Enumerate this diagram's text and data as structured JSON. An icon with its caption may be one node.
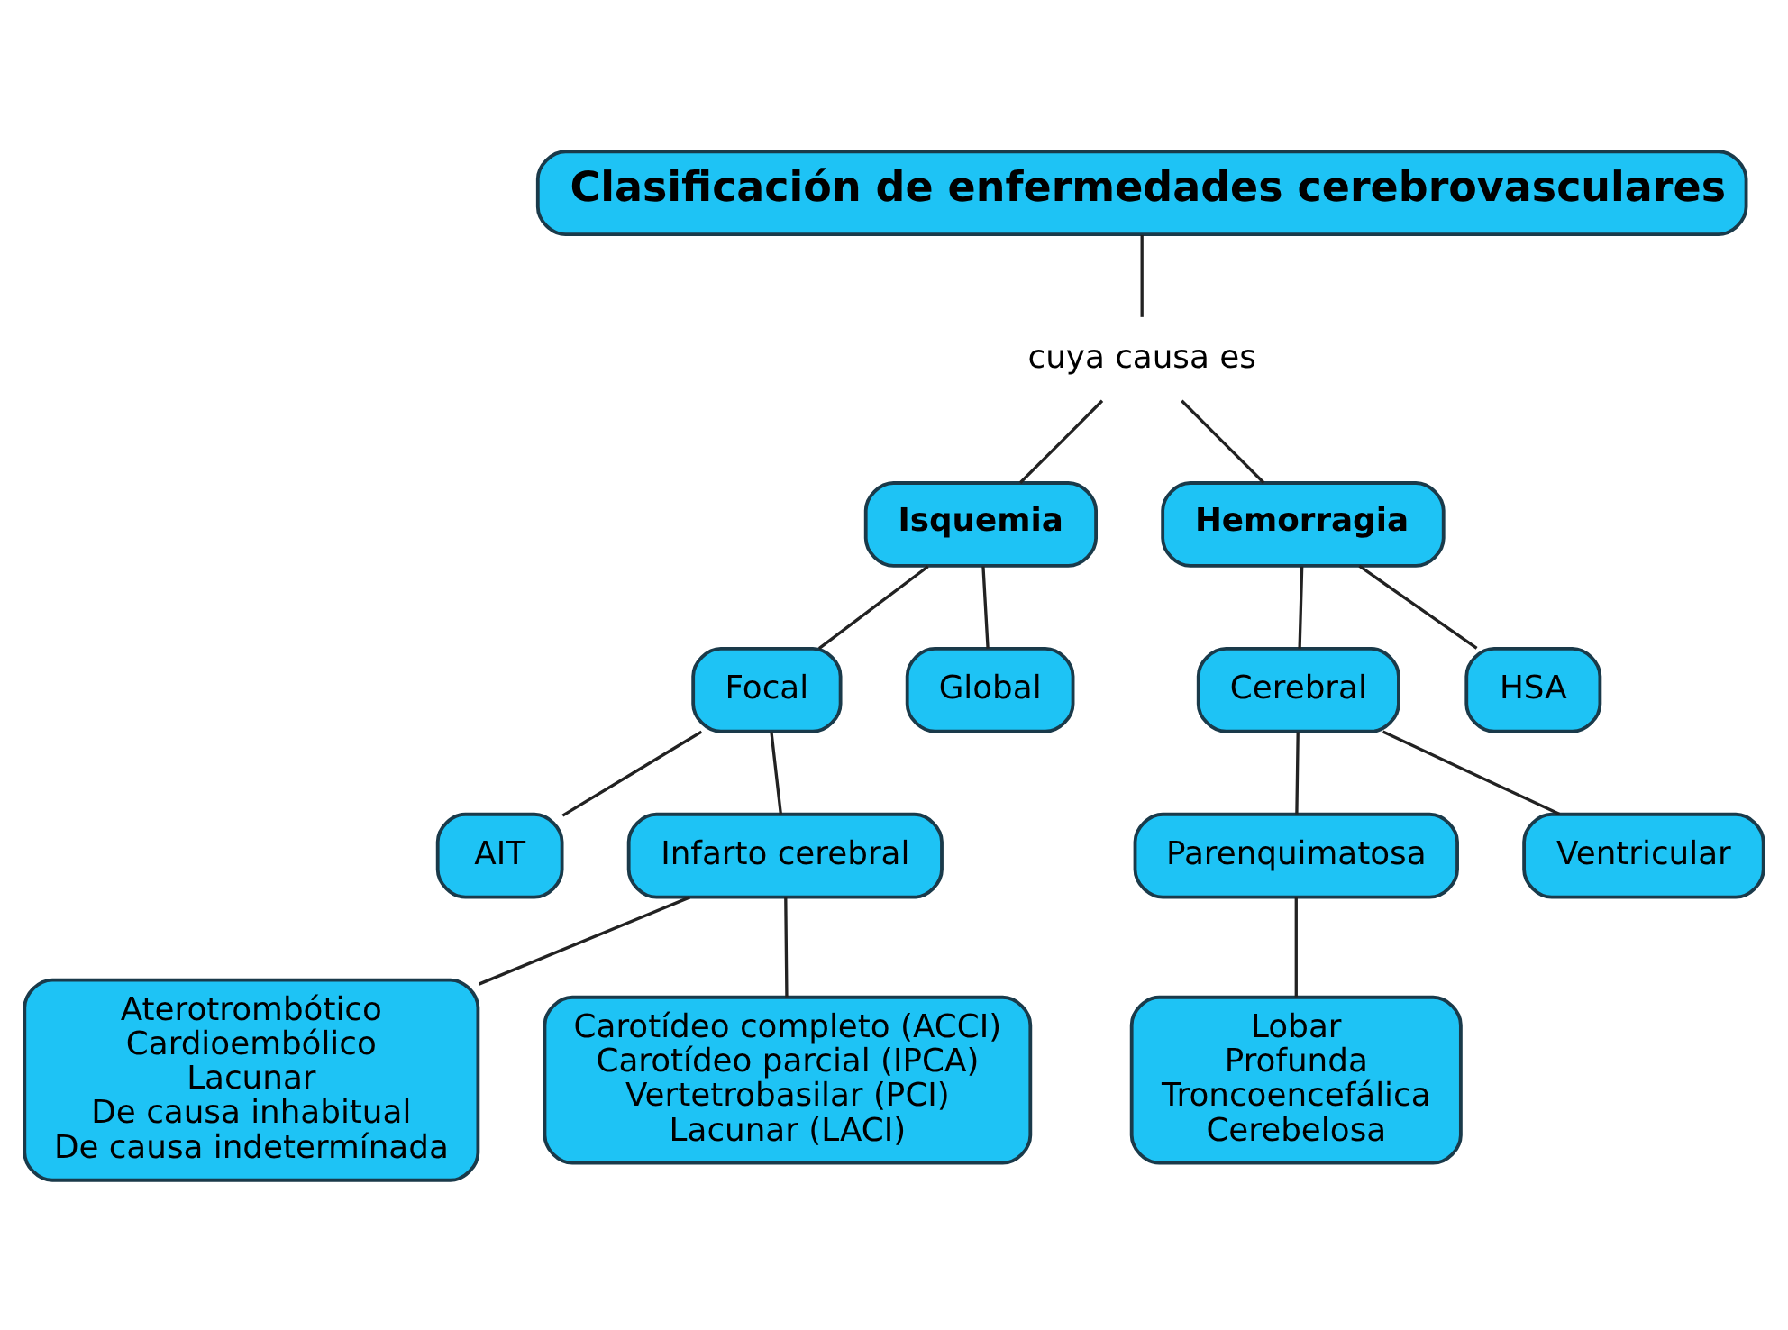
{
  "diagram": {
    "nodes": [
      {
        "text": [
          "Clasificación de enfermedades cerebrovasculares"
        ]
      },
      {
        "text": [
          "cuya causa es"
        ]
      },
      {
        "text": [
          "Isquemia"
        ]
      },
      {
        "text": [
          "Hemorragia"
        ]
      },
      {
        "text": [
          "Focal"
        ]
      },
      {
        "text": [
          "Global"
        ]
      },
      {
        "text": [
          "Cerebral"
        ]
      },
      {
        "text": [
          "HSA"
        ]
      },
      {
        "text": [
          "AIT"
        ]
      },
      {
        "text": [
          "Infarto cerebral"
        ]
      },
      {
        "text": [
          "Parenquimatosa"
        ]
      },
      {
        "text": [
          "Ventricular"
        ]
      },
      {
        "text": [
          "Aterotrombótico",
          "Cardioembólico",
          "Lacunar",
          "De causa inhabitual",
          "De causa indetermínada"
        ]
      },
      {
        "text": [
          "Carotídeo completo (ACCI)",
          "Carotídeo parcial (IPCA)",
          "Vertetrobasilar (PCI)",
          "Lacunar (LACI)"
        ]
      },
      {
        "text": [
          "Lobar",
          "Profunda",
          "Troncoencefálica",
          "Cerebelosa"
        ]
      }
    ],
    "edges": [
      {
        "from": 0,
        "to": 1,
        "arrow": "none"
      },
      {
        "from": 1,
        "to": 2,
        "arrow": "none"
      },
      {
        "from": 1,
        "to": 3,
        "arrow": "none"
      },
      {
        "from": 2,
        "to": 4,
        "arrow": "none"
      },
      {
        "from": 2,
        "to": 5,
        "arrow": "none"
      },
      {
        "from": 3,
        "to": 6,
        "arrow": "none"
      },
      {
        "from": 3,
        "to": 7,
        "arrow": "none"
      },
      {
        "from": 4,
        "to": 8,
        "arrow": "none"
      },
      {
        "from": 4,
        "to": 9,
        "arrow": "none"
      },
      {
        "from": 6,
        "to": 10,
        "arrow": "none"
      },
      {
        "from": 6,
        "to": 11,
        "arrow": "none"
      },
      {
        "from": 9,
        "to": 12,
        "arrow": "none"
      },
      {
        "from": 9,
        "to": 13,
        "arrow": "none"
      },
      {
        "from": 10,
        "to": 14,
        "arrow": "none"
      }
    ]
  }
}
